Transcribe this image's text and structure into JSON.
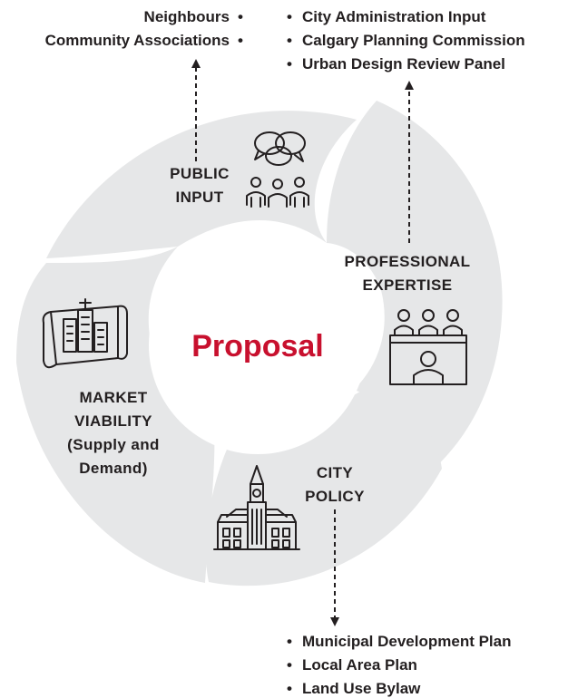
{
  "center": {
    "label": "Proposal"
  },
  "colors": {
    "accent": "#c8102e",
    "segment": "#e6e7e8",
    "text": "#231f20"
  },
  "segments": {
    "public_input": {
      "lines": [
        "PUBLIC",
        "INPUT"
      ],
      "icon": "people-discussion-icon"
    },
    "professional_expertise": {
      "lines": [
        "PROFESSIONAL",
        "EXPERTISE"
      ],
      "icon": "panel-meeting-icon"
    },
    "city_policy": {
      "lines": [
        "CITY",
        "POLICY"
      ],
      "icon": "city-hall-icon"
    },
    "market_viability": {
      "lines": [
        "MARKET",
        "VIABILITY",
        "(Supply and",
        "Demand)"
      ],
      "icon": "city-blueprint-icon"
    }
  },
  "lists": {
    "public_input": [
      "Neighbours",
      "Community Associations"
    ],
    "professional_expertise": [
      "City Administration Input",
      "Calgary Planning Commission",
      "Urban Design Review Panel"
    ],
    "city_policy": [
      "Municipal Development Plan",
      "Local Area Plan",
      "Land Use Bylaw"
    ]
  },
  "bullet": "•"
}
